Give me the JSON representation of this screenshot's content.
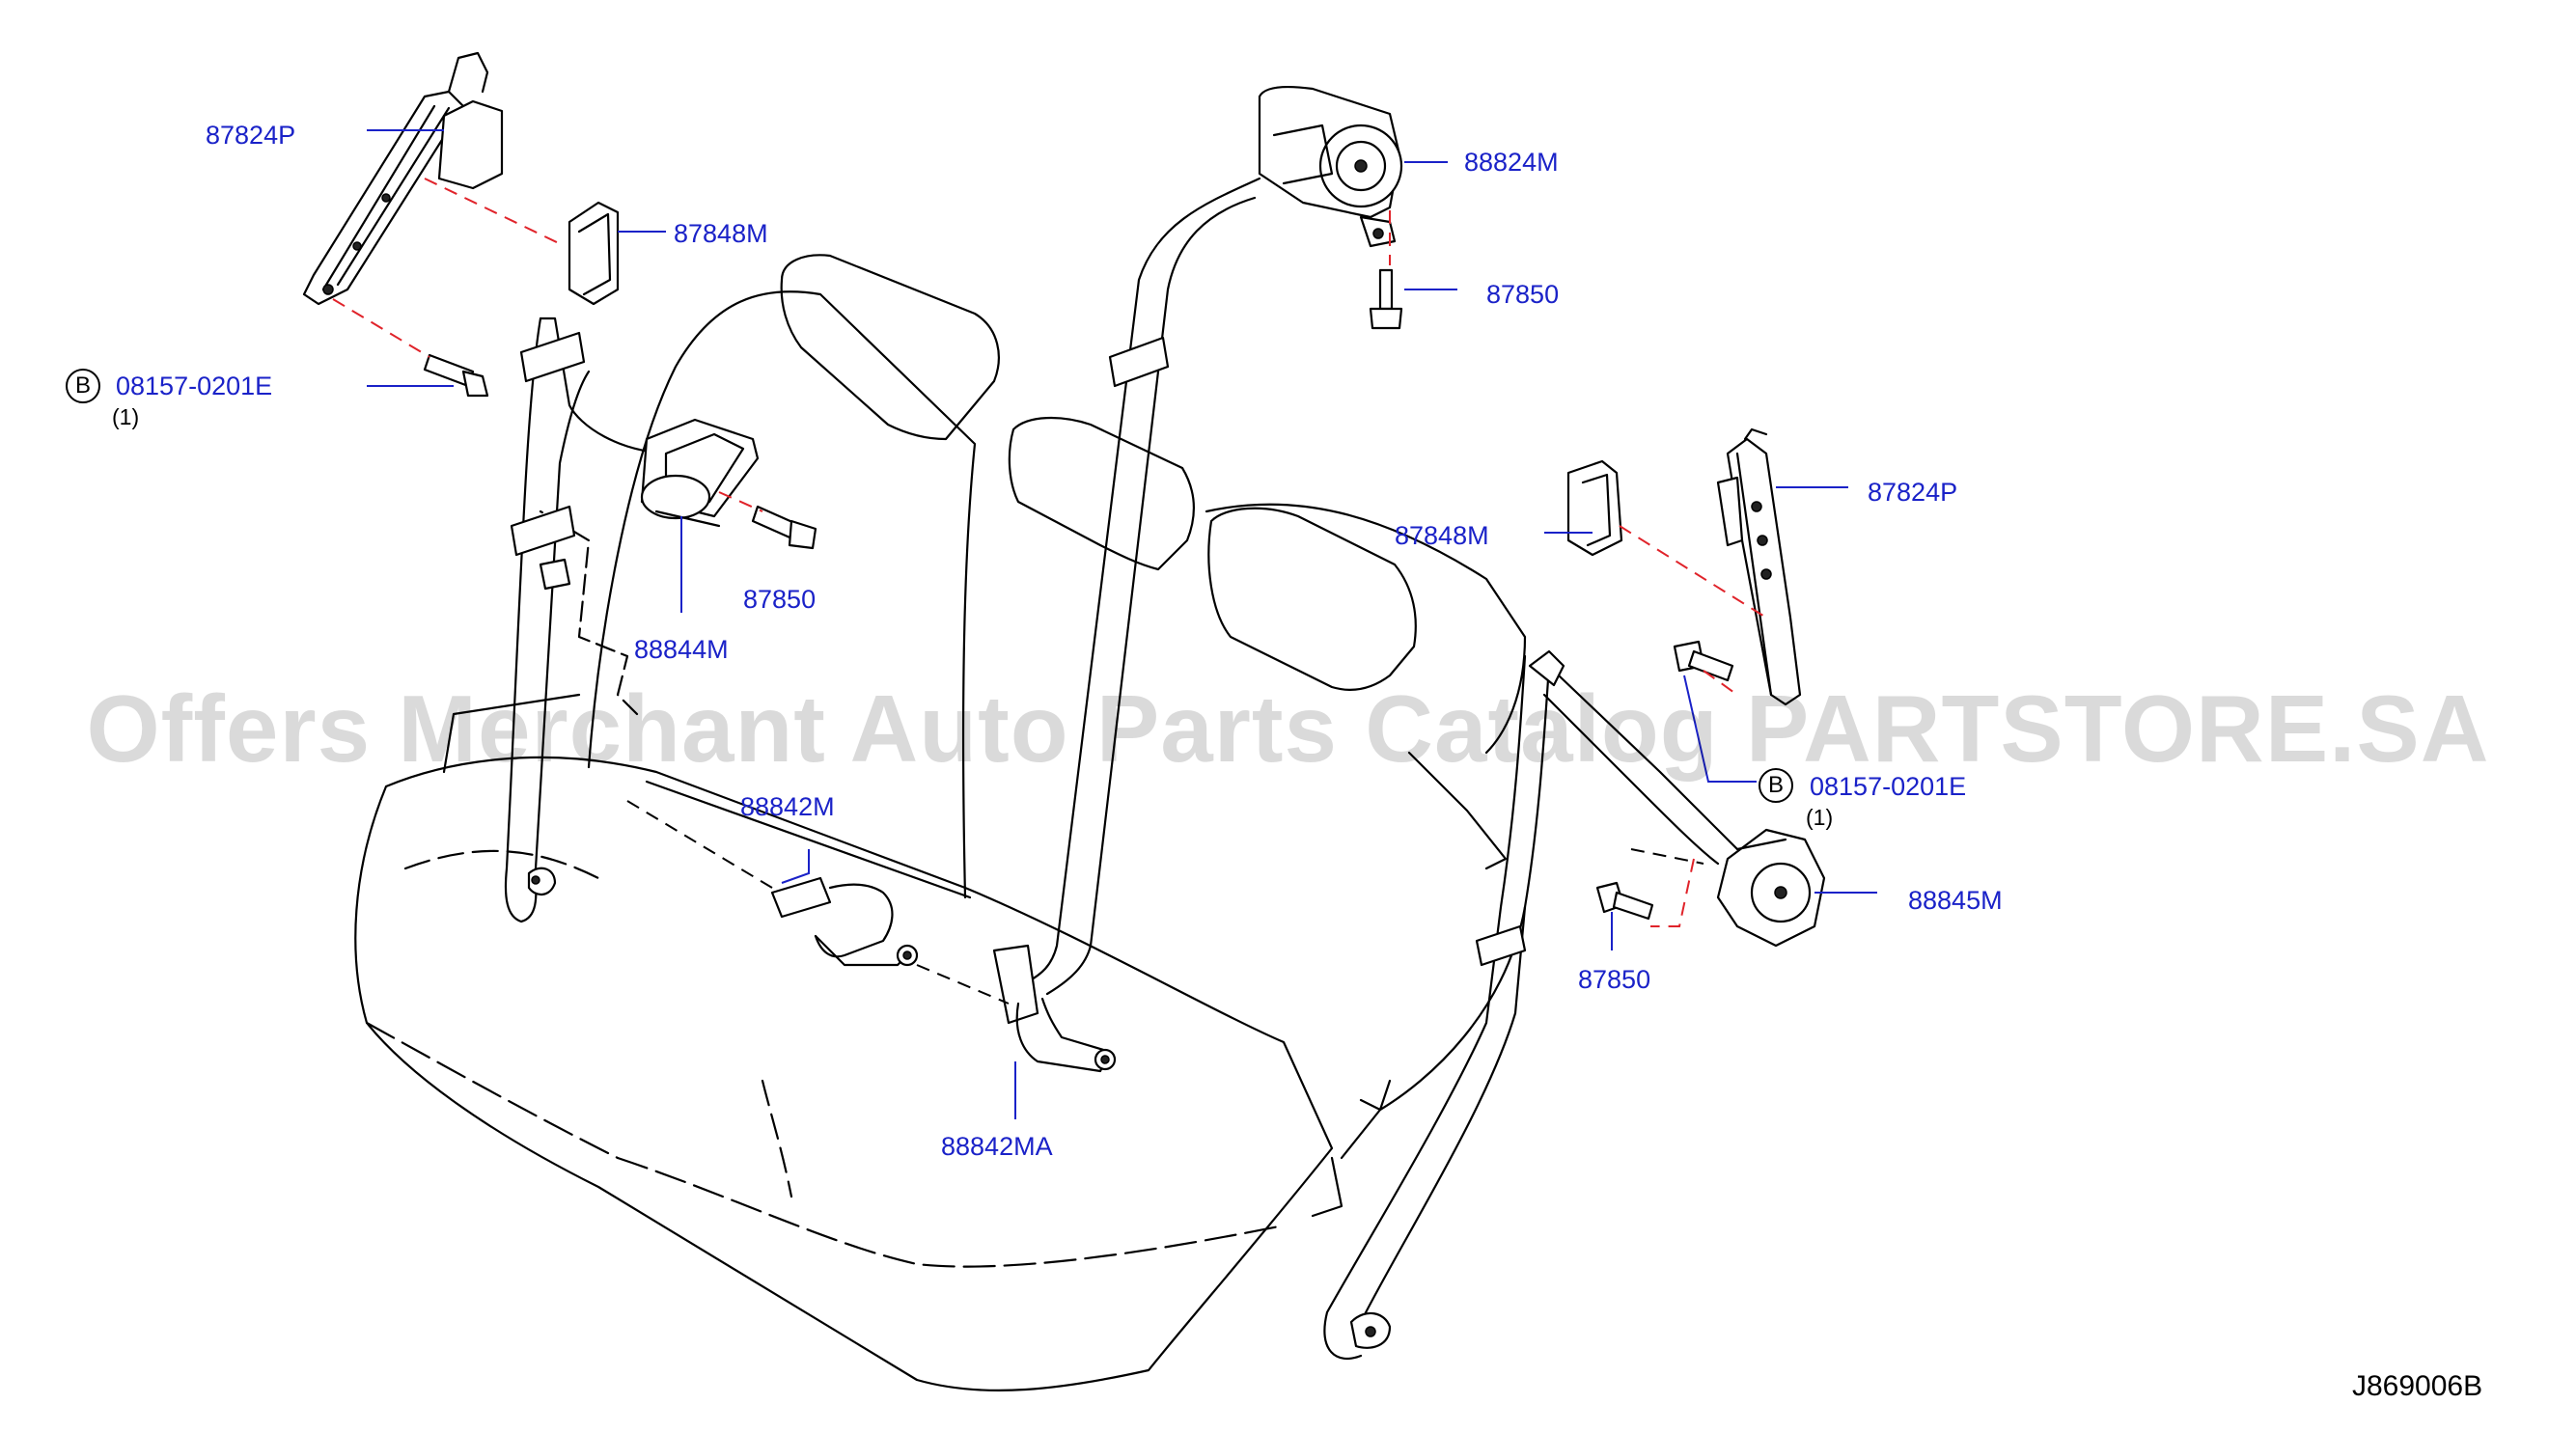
{
  "diagram_code": "J869006B",
  "watermark": "Offers Merchant Auto Parts Catalog PARTSTORE.SA",
  "callouts": {
    "p87824p_left": "87824P",
    "p87848m_left": "87848M",
    "p08157_left": "08157-0201E",
    "p08157_left_qty": "(1)",
    "p08157_left_badge": "B",
    "p87850_left": "87850",
    "p88844m": "88844M",
    "p88842m": "88842M",
    "p88842ma": "88842MA",
    "p88824m": "88824M",
    "p87850_top": "87850",
    "p87848m_right": "87848M",
    "p87824p_right": "87824P",
    "p08157_right": "08157-0201E",
    "p08157_right_qty": "(1)",
    "p08157_right_badge": "B",
    "p88845m": "88845M",
    "p87850_right": "87850"
  },
  "colors": {
    "callout_text": "#1a22c8",
    "leader_line": "#1a22c8",
    "alignment_dash": "#e0232a",
    "linework": "#000000"
  }
}
